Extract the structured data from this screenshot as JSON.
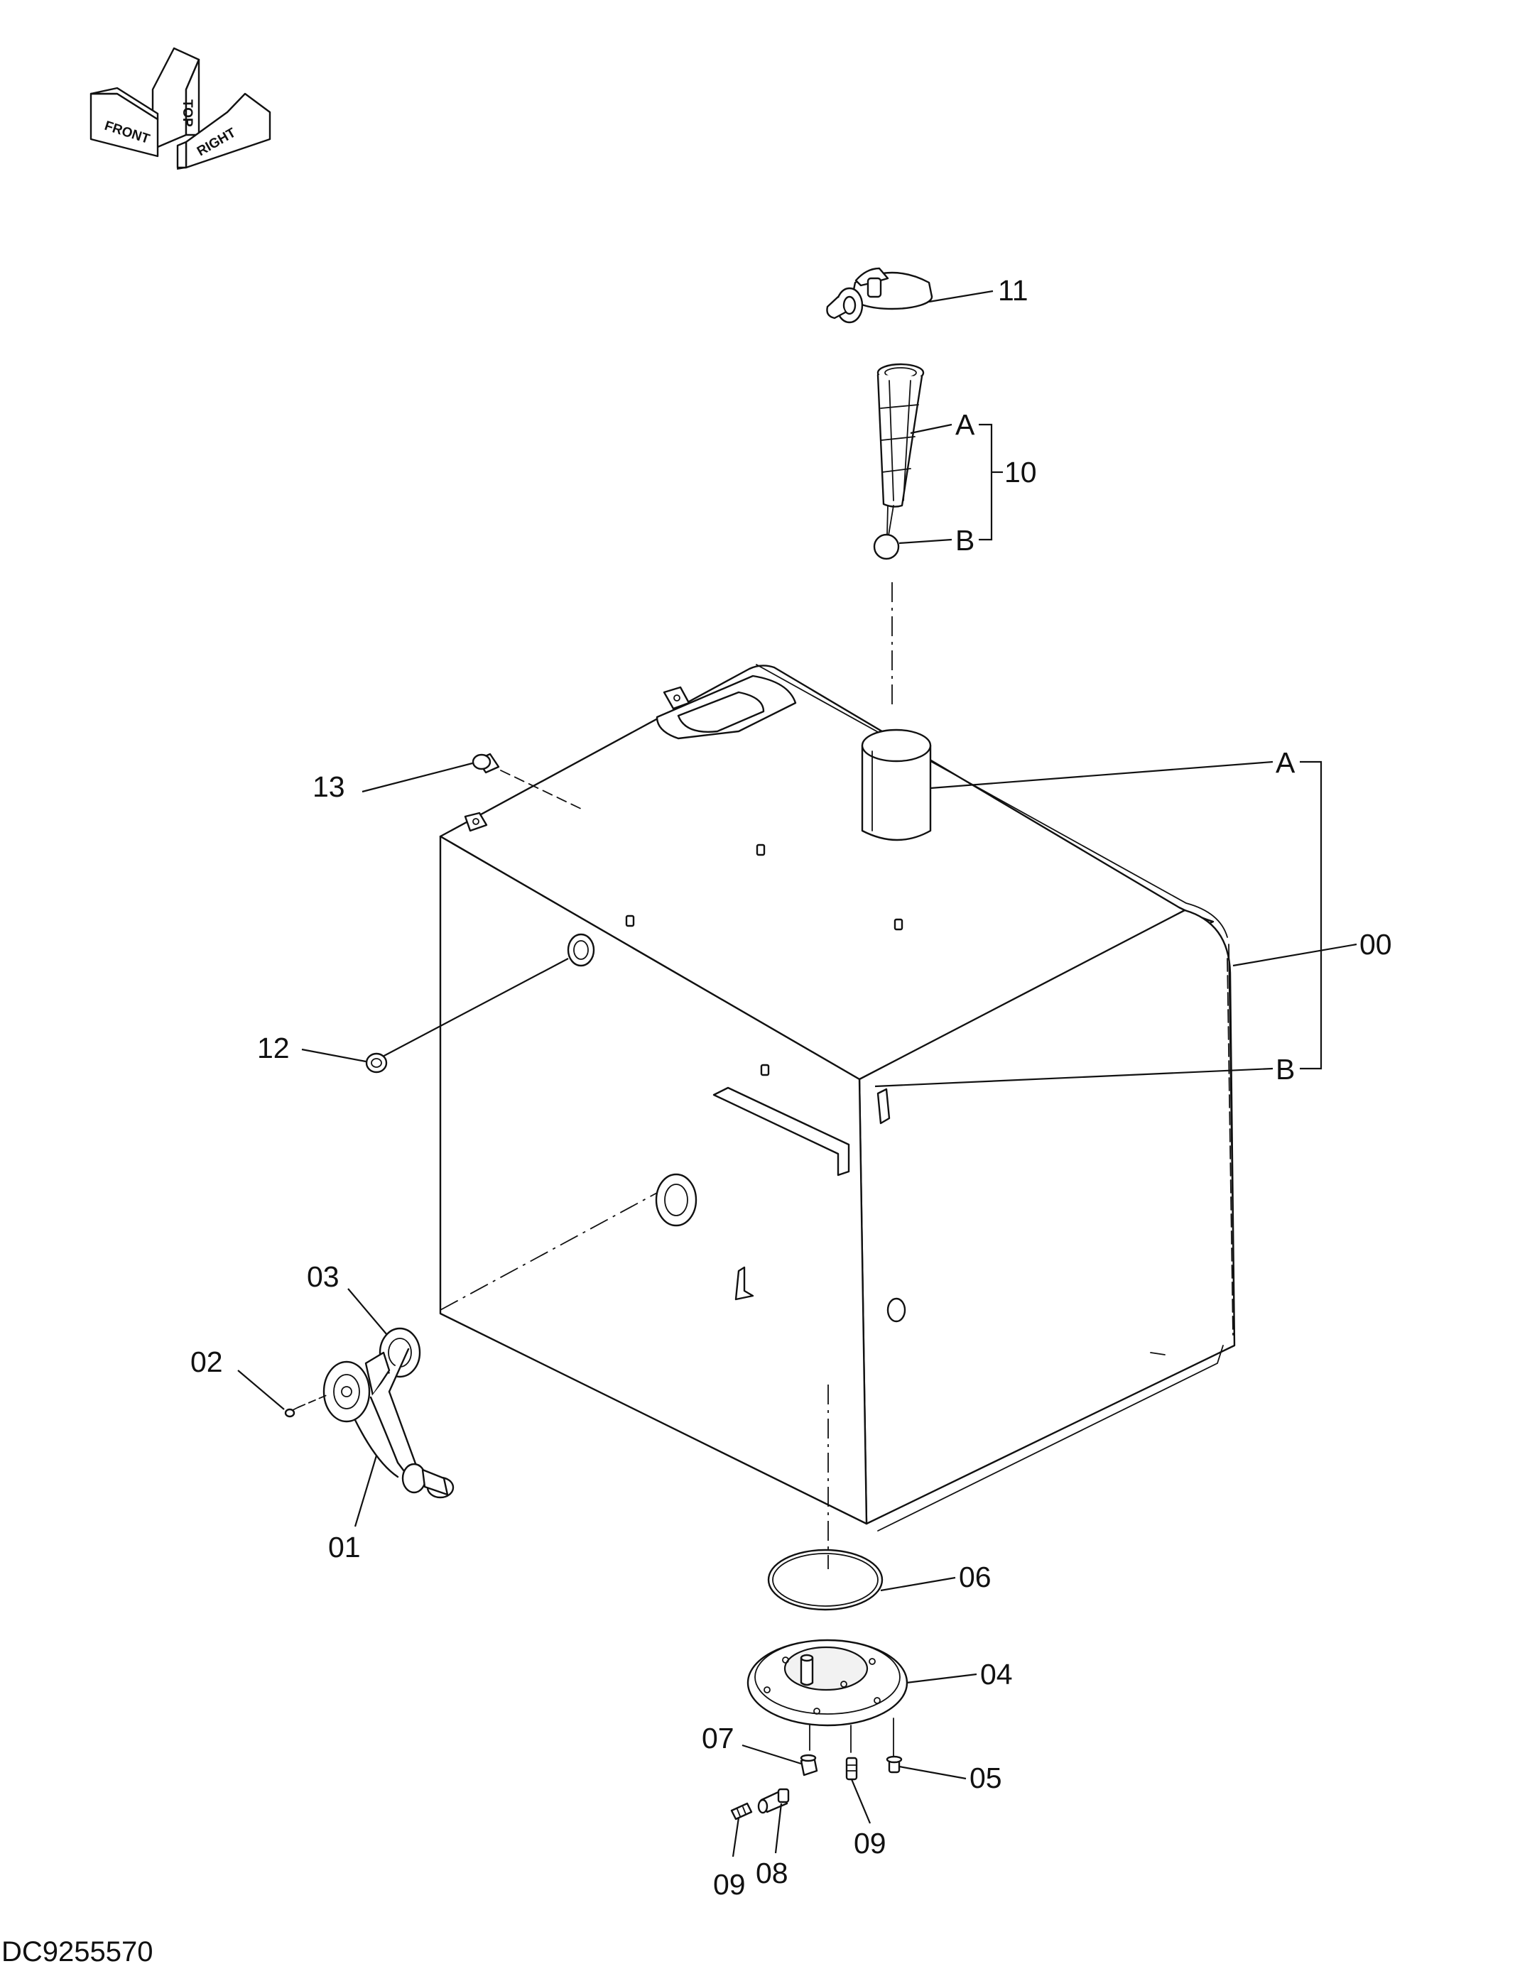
{
  "diagram": {
    "drawing_code": "DC9255570",
    "orientation": {
      "icon": "orientation-arrows-icon",
      "front": "FRONT",
      "top": "TOP",
      "right": "RIGHT"
    },
    "callouts": {
      "c00": "00",
      "c01": "01",
      "c02": "02",
      "c03": "03",
      "c04": "04",
      "c05": "05",
      "c06": "06",
      "c07": "07",
      "c08": "08",
      "c09a": "09",
      "c09b": "09",
      "c10": "10",
      "c11": "11",
      "c12": "12",
      "c13": "13",
      "tank_a": "A",
      "tank_b": "B",
      "strainer_a": "A",
      "strainer_b": "B"
    }
  }
}
